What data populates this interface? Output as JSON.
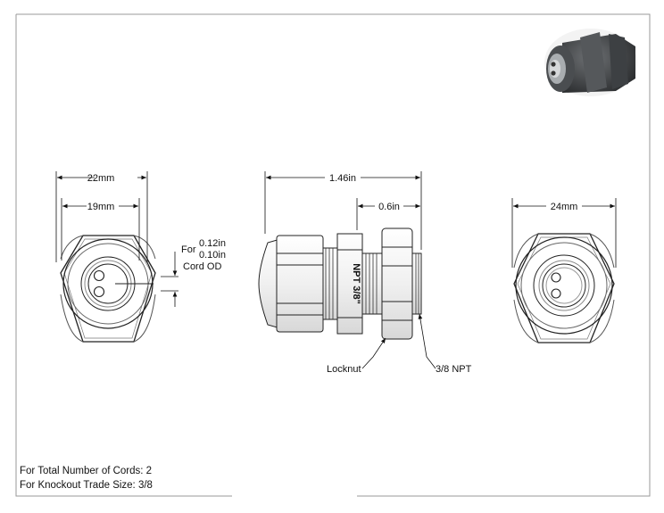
{
  "dimensions": {
    "front_outer_width": "22mm",
    "front_inner_width": "19mm",
    "cord_for_prefix": "For",
    "cord_max": "0.12in",
    "cord_min": "0.10in",
    "cord_label": "Cord OD",
    "overall_length": "1.46in",
    "thread_length": "0.6in",
    "locknut_width": "24mm"
  },
  "callouts": {
    "locknut": "Locknut",
    "thread": "3/8 NPT",
    "body_marking": "NPT 3/8\""
  },
  "notes": {
    "cords": "For Total Number of Cords: 2",
    "knockout": "For Knockout Trade Size: 3/8"
  }
}
